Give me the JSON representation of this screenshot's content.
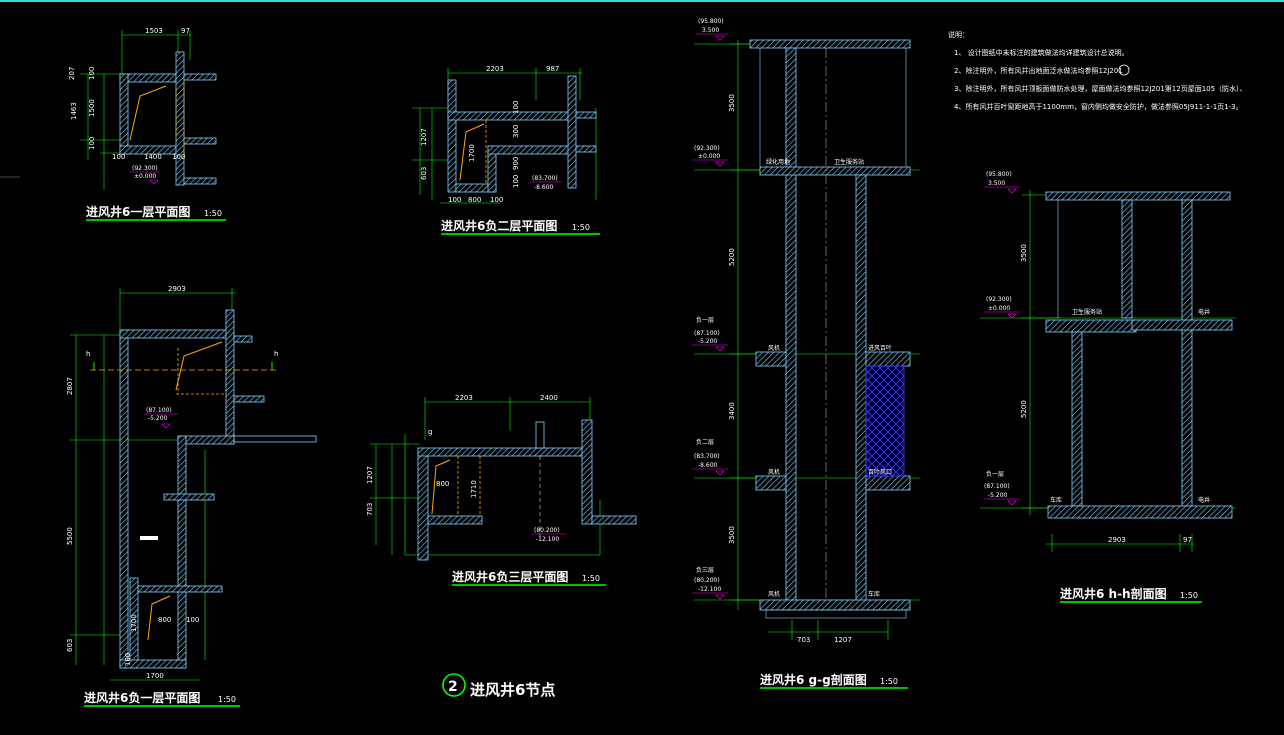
{
  "drawing": {
    "main_title": "进风井6节点",
    "main_title_number": "2"
  },
  "views": [
    {
      "id": "plan1",
      "title": "进风井6一层平面图",
      "scale": "1:50"
    },
    {
      "id": "plan2",
      "title": "进风井6负二层平面图",
      "scale": "1:50"
    },
    {
      "id": "plan3",
      "title": "进风井6负一层平面图",
      "scale": "1:50"
    },
    {
      "id": "plan4",
      "title": "进风井6负三层平面图",
      "scale": "1:50"
    },
    {
      "id": "secg",
      "title": "进风井6  g-g剖面图",
      "scale": "1:50"
    },
    {
      "id": "sech",
      "title": "进风井6  h-h剖面图",
      "scale": "1:50"
    }
  ],
  "notes": {
    "heading": "说明：",
    "items": [
      "1、 设计图纸中未标注的建筑做法均详建筑设计总说明。",
      "2、除注明外，所有风井出地面泛水做法均参照12J201",
      "3、除注明外，所有风井顶板面做防水处理，屋面做法均参照12J201第12页屋面105（防水）、",
      "4、所有风井百叶窗距地高于1100mm，窗内侧均做安全防护，做法参照05J911-1-1页1-3。"
    ]
  },
  "plan1": {
    "dims": [
      "1503",
      "97",
      "207",
      "100",
      "1463",
      "1500",
      "100",
      "100",
      "1400",
      "100"
    ],
    "elev": [
      "(92.300)",
      "±0.000"
    ]
  },
  "plan2": {
    "dims": [
      "2203",
      "987",
      "1207",
      "603",
      "1700",
      "100",
      "800",
      "100",
      "100",
      "300",
      "900",
      "100"
    ],
    "elev": [
      "(83.700)",
      "-8.600"
    ]
  },
  "plan3": {
    "dims": [
      "2903",
      "2807",
      "5500",
      "603",
      "1700",
      "800",
      "100",
      "1700",
      "100"
    ],
    "elev": [
      "(87.100)",
      "-5.200"
    ],
    "cut": "h"
  },
  "plan4": {
    "dims": [
      "2203",
      "2400",
      "1207",
      "703",
      "800",
      "1710",
      "g"
    ],
    "elev": [
      "(80.200)",
      "-12.100"
    ]
  },
  "secg": {
    "levels": [
      {
        "label": "(95.800)",
        "value": "3.500"
      },
      {
        "label": "(92.300)",
        "value": "±0.000"
      },
      {
        "label": "负一层",
        "sub": "(87.100)",
        "value": "-5.200"
      },
      {
        "label": "负二层",
        "sub": "(83.700)",
        "value": "-8.600"
      },
      {
        "label": "负三层",
        "sub": "(80.200)",
        "value": "-12.100"
      }
    ],
    "heights": [
      "3500",
      "5200",
      "3400",
      "3500"
    ],
    "bottom_dims": [
      "703",
      "1207"
    ],
    "labels": [
      "绿化用地",
      "卫生服务站",
      "风机",
      "进风百叶",
      "风机",
      "百叶风口",
      "风机",
      "车库"
    ]
  },
  "sech": {
    "levels": [
      {
        "label": "(95.800)",
        "value": "3.500"
      },
      {
        "label": "(92.300)",
        "value": "±0.000"
      },
      {
        "label": "负一层",
        "sub": "(87.100)",
        "value": "-5.200"
      }
    ],
    "heights": [
      "3500",
      "5200"
    ],
    "bottom_dims": [
      "2903",
      "97"
    ],
    "labels": [
      "卫生服务站",
      "电井",
      "车库",
      "电井"
    ]
  }
}
